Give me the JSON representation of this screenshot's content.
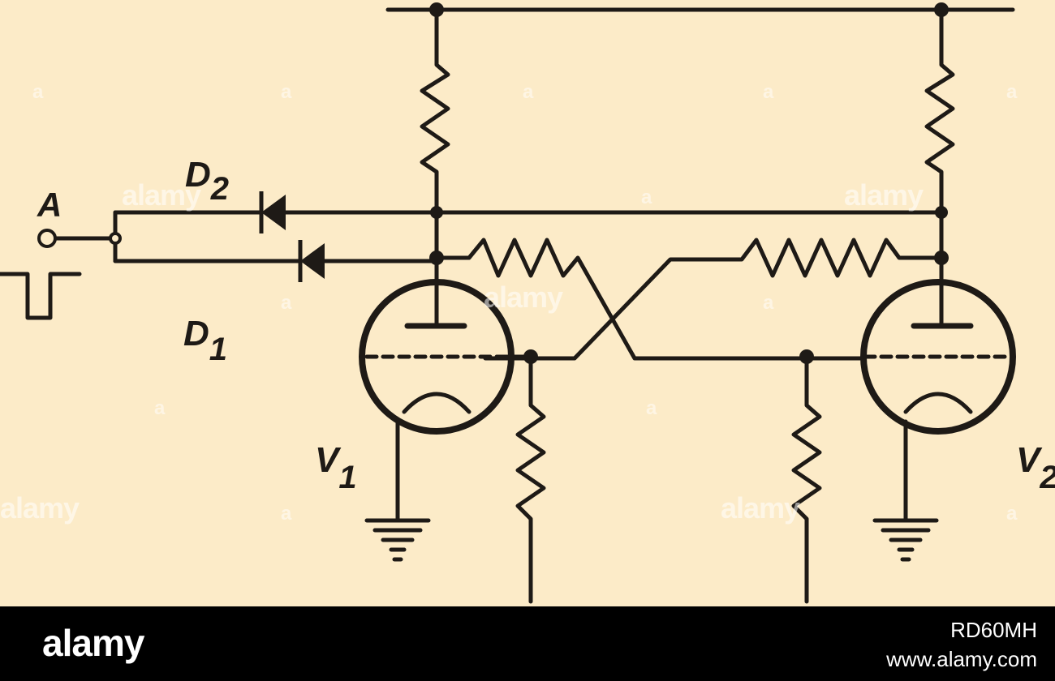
{
  "diagram": {
    "labels": {
      "input": "A",
      "diode_2": "D",
      "diode_2_sub": "2",
      "diode_1": "D",
      "diode_1_sub": "1",
      "tube_1": "V",
      "tube_1_sub": "1",
      "tube_2": "V",
      "tube_2_sub": "2"
    }
  },
  "watermark": {
    "text": "alamy",
    "mark": "a"
  },
  "footer": {
    "logo": "alamy",
    "image_id": "RD60MH",
    "url": "www.alamy.com"
  },
  "colors": {
    "background": "#fcebc8",
    "ink": "#1e1a16",
    "footer_bg": "#000000",
    "footer_text": "#ffffff"
  }
}
